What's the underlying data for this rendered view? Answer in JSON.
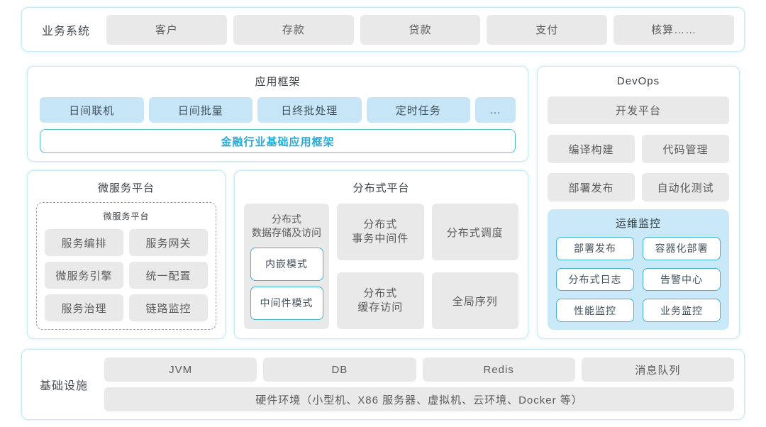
{
  "colors": {
    "panel_border": "#c9e8f2",
    "gray_box_bg": "#e9e9e9",
    "gray_text": "#5b5b5b",
    "title_text": "#3a3f44",
    "blue_box_bg": "#c6e6f7",
    "accent_teal_text": "#29a9d6",
    "teal_border": "#44b4da",
    "monitor_panel_bg": "#c9e9f8"
  },
  "business": {
    "label": "业务系统",
    "items": [
      "客户",
      "存款",
      "贷款",
      "支付",
      "核算……"
    ]
  },
  "app_framework": {
    "title": "应用框架",
    "modules": [
      "日间联机",
      "日间批量",
      "日终批处理",
      "定时任务"
    ],
    "more": "...",
    "base": "金融行业基础应用框架"
  },
  "devops": {
    "title": "DevOps",
    "dev_platform": "开发平台",
    "tools": [
      "编译构建",
      "代码管理",
      "部署发布",
      "自动化测试"
    ],
    "monitoring": {
      "title": "运维监控",
      "items": [
        "部署发布",
        "容器化部署",
        "分布式日志",
        "告警中心",
        "性能监控",
        "业务监控"
      ]
    }
  },
  "microservice": {
    "title": "微服务平台",
    "inner_title": "微服务平台",
    "items": [
      "服务编排",
      "服务网关",
      "微服务引擎",
      "统一配置",
      "服务治理",
      "链路监控"
    ]
  },
  "distributed": {
    "title": "分布式平台",
    "storage": {
      "title": "分布式\n数据存储及访问",
      "modes": [
        "内嵌模式",
        "中间件模式"
      ]
    },
    "cells": [
      "分布式\n事务中间件",
      "分布式调度",
      "分布式\n缓存访问",
      "全局序列"
    ]
  },
  "infrastructure": {
    "label": "基础设施",
    "items": [
      "JVM",
      "DB",
      "Redis",
      "消息队列"
    ],
    "hardware": "硬件环境（小型机、X86 服务器、虚拟机、云环境、Docker 等）"
  }
}
